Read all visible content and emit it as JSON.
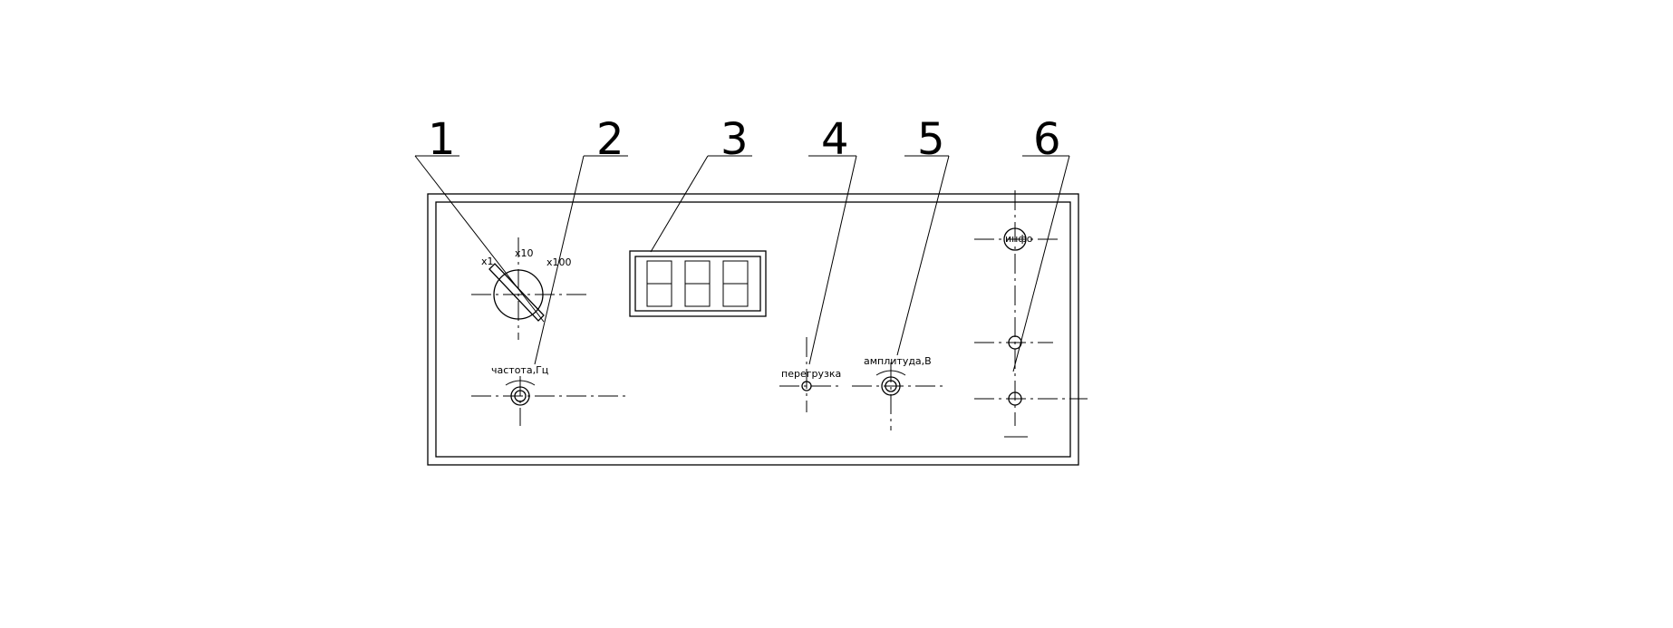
{
  "callouts": [
    "1",
    "2",
    "3",
    "4",
    "5",
    "6"
  ],
  "labels": {
    "x1": "x1",
    "x10": "x10",
    "x100": "x100",
    "frequency": "частота,Гц",
    "overload": "перегрузка",
    "amplitude": "амплитуда,В",
    "info": "инфо"
  }
}
